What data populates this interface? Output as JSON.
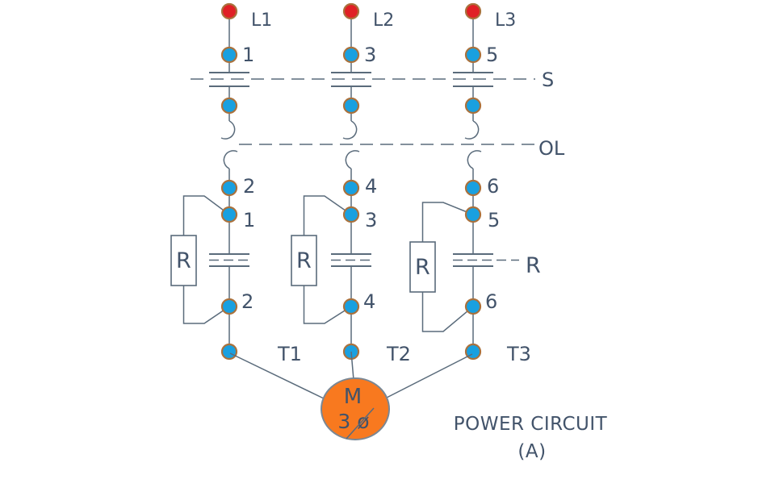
{
  "diagram": {
    "colors": {
      "wire": "#5a6b7b",
      "text": "#42536a",
      "node_fill": "#19a0e0",
      "node_stroke": "#aa713c",
      "source_fill": "#e02025",
      "motor_fill": "#f8791f",
      "motor_stroke": "#7a8794",
      "background": "#ffffff"
    },
    "labels": {
      "switch": "S",
      "overload": "OL",
      "run_contactor": "R",
      "title": "POWER CIRCUIT",
      "subtitle": "(A)"
    },
    "motor": {
      "letter": "M",
      "phase": "3 ø"
    },
    "phases": [
      {
        "line": "L1",
        "top_no": "1",
        "after_overload_no": "2",
        "contact_top_no": "1",
        "contact_bottom_no": "2",
        "motor_terminal": "T1",
        "resistor": "R"
      },
      {
        "line": "L2",
        "top_no": "3",
        "after_overload_no": "4",
        "contact_top_no": "3",
        "contact_bottom_no": "4",
        "motor_terminal": "T2",
        "resistor": "R"
      },
      {
        "line": "L3",
        "top_no": "5",
        "after_overload_no": "6",
        "contact_top_no": "5",
        "contact_bottom_no": "6",
        "motor_terminal": "T3",
        "resistor": "R"
      }
    ]
  }
}
